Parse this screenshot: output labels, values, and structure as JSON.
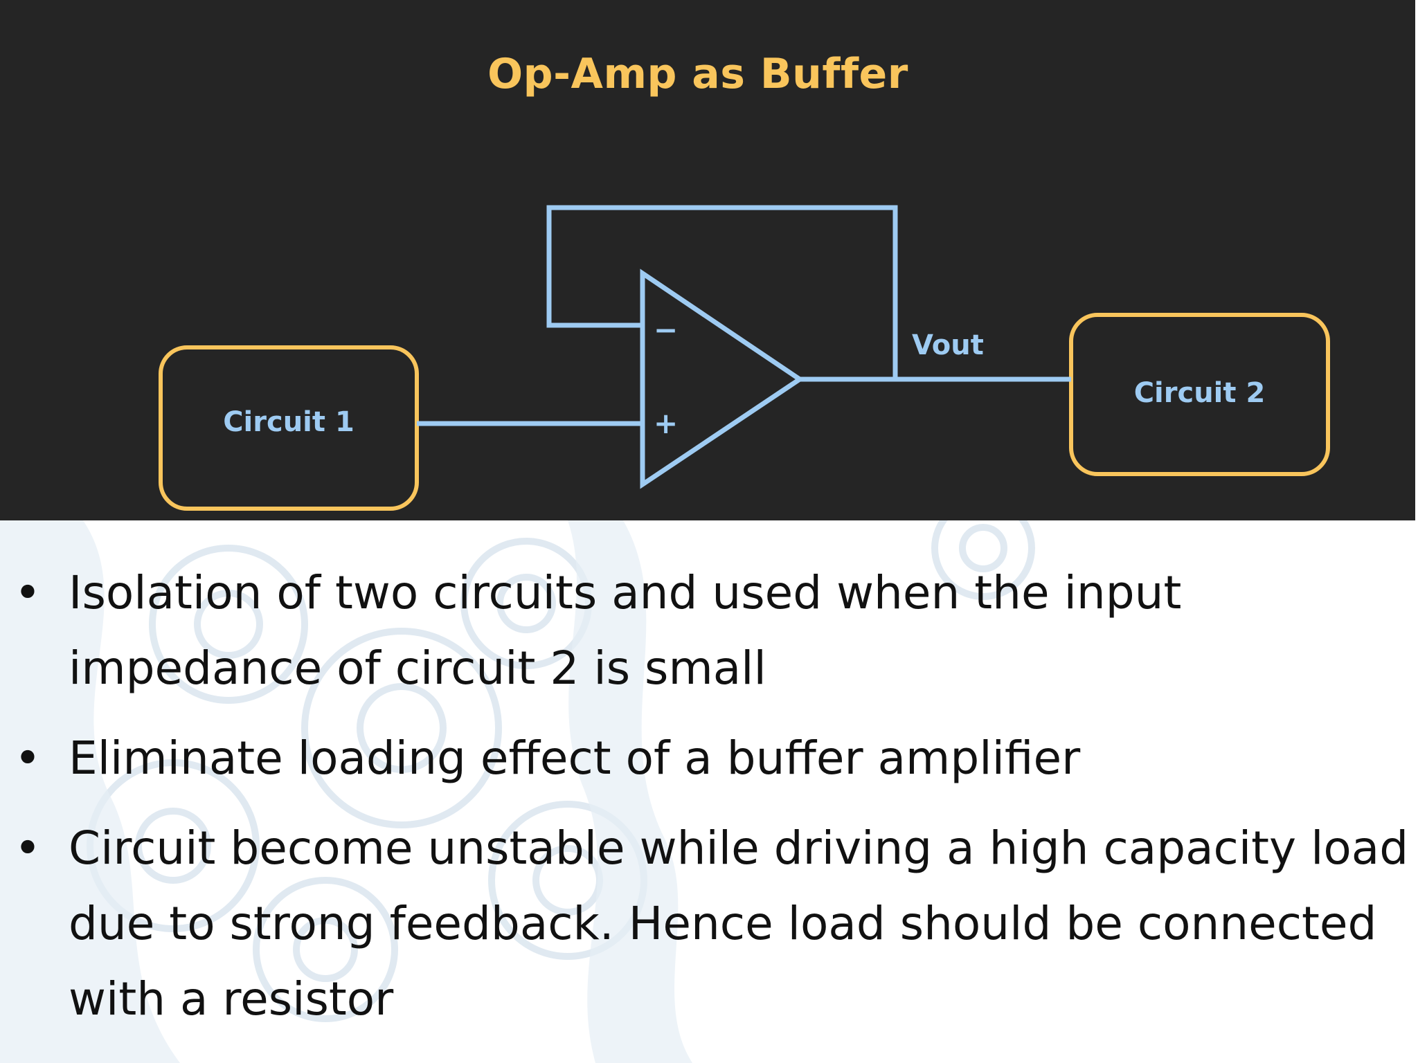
{
  "slide": {
    "title": "Op-Amp as Buffer"
  },
  "diagram": {
    "circuit1_label": "Circuit 1",
    "circuit2_label": "Circuit 2",
    "inverting_pin": "−",
    "noninverting_pin": "+",
    "output_label": "Vout",
    "colors": {
      "background": "#252525",
      "wire": "#9ecbf2",
      "box_border": "#f9c55c",
      "title": "#f9c55c"
    }
  },
  "bullets": [
    {
      "marker": "•",
      "text": "Isolation of two circuits and used when the input impedance of circuit 2 is small"
    },
    {
      "marker": "•",
      "text": "Eliminate loading effect of a buffer amplifier"
    },
    {
      "marker": "•",
      "text": "Circuit become unstable while driving a high capacity load due to strong feedback. Hence load should be connected with a resistor"
    }
  ]
}
